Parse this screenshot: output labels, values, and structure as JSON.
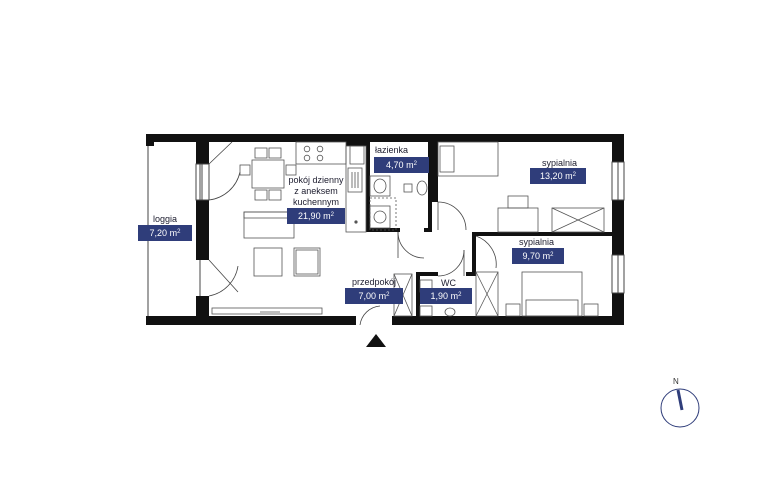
{
  "rooms": [
    {
      "name": "loggia",
      "area": "7,20"
    },
    {
      "name_lines": [
        "pokój dzienny",
        "z aneksem",
        "kuchennym"
      ],
      "area": "21,90"
    },
    {
      "name": "łazienka",
      "area": "4,70"
    },
    {
      "name": "sypialnia",
      "area": "13,20"
    },
    {
      "name": "sypialnia",
      "area": "9,70"
    },
    {
      "name": "przedpokój",
      "area": "7,00"
    },
    {
      "name": "WC",
      "area": "1,90"
    }
  ],
  "area_unit": "m",
  "area_unit_sup": "2",
  "compass": {
    "label": "N"
  },
  "colors": {
    "wall": "#111111",
    "badge": "#2f3d7a",
    "line": "#666666"
  }
}
